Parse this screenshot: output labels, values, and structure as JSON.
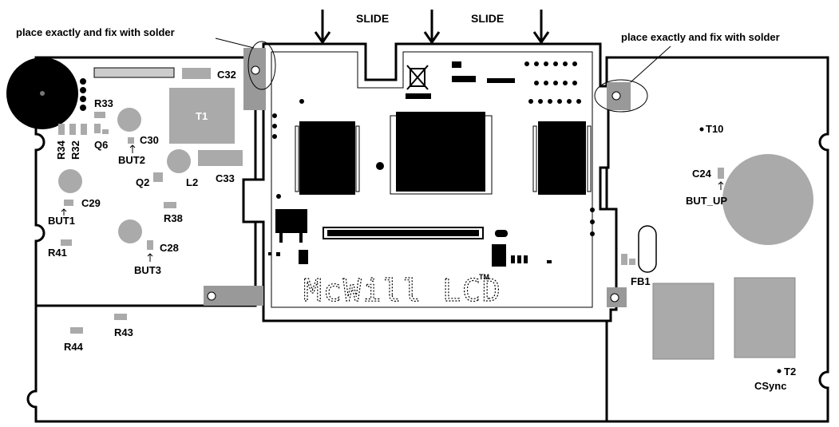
{
  "instructions": {
    "slide_left": "SLIDE",
    "slide_right": "SLIDE",
    "note_left": "place exactly and fix with solder",
    "note_right": "place exactly and fix with solder"
  },
  "logo": {
    "text": "McWill LCD",
    "tm": "TM"
  },
  "components": {
    "c32": "C32",
    "r33": "R33",
    "t1": "T1",
    "q6": "Q6",
    "r34": "R34",
    "r32": "R32",
    "c30": "C30",
    "but2": "BUT2",
    "q2": "Q2",
    "l2": "L2",
    "c33": "C33",
    "c29": "C29",
    "but1": "BUT1",
    "r38": "R38",
    "r41": "R41",
    "c28": "C28",
    "but3": "BUT3",
    "r43": "R43",
    "r44": "R44",
    "t10": "T10",
    "c24": "C24",
    "but_up": "BUT_UP",
    "fb1": "FB1",
    "t2": "T2",
    "csync": "CSync"
  },
  "colors": {
    "ink": "#000000",
    "pad": "#aaaaaa",
    "chip": "#000000",
    "board_bg": "#ffffff"
  }
}
